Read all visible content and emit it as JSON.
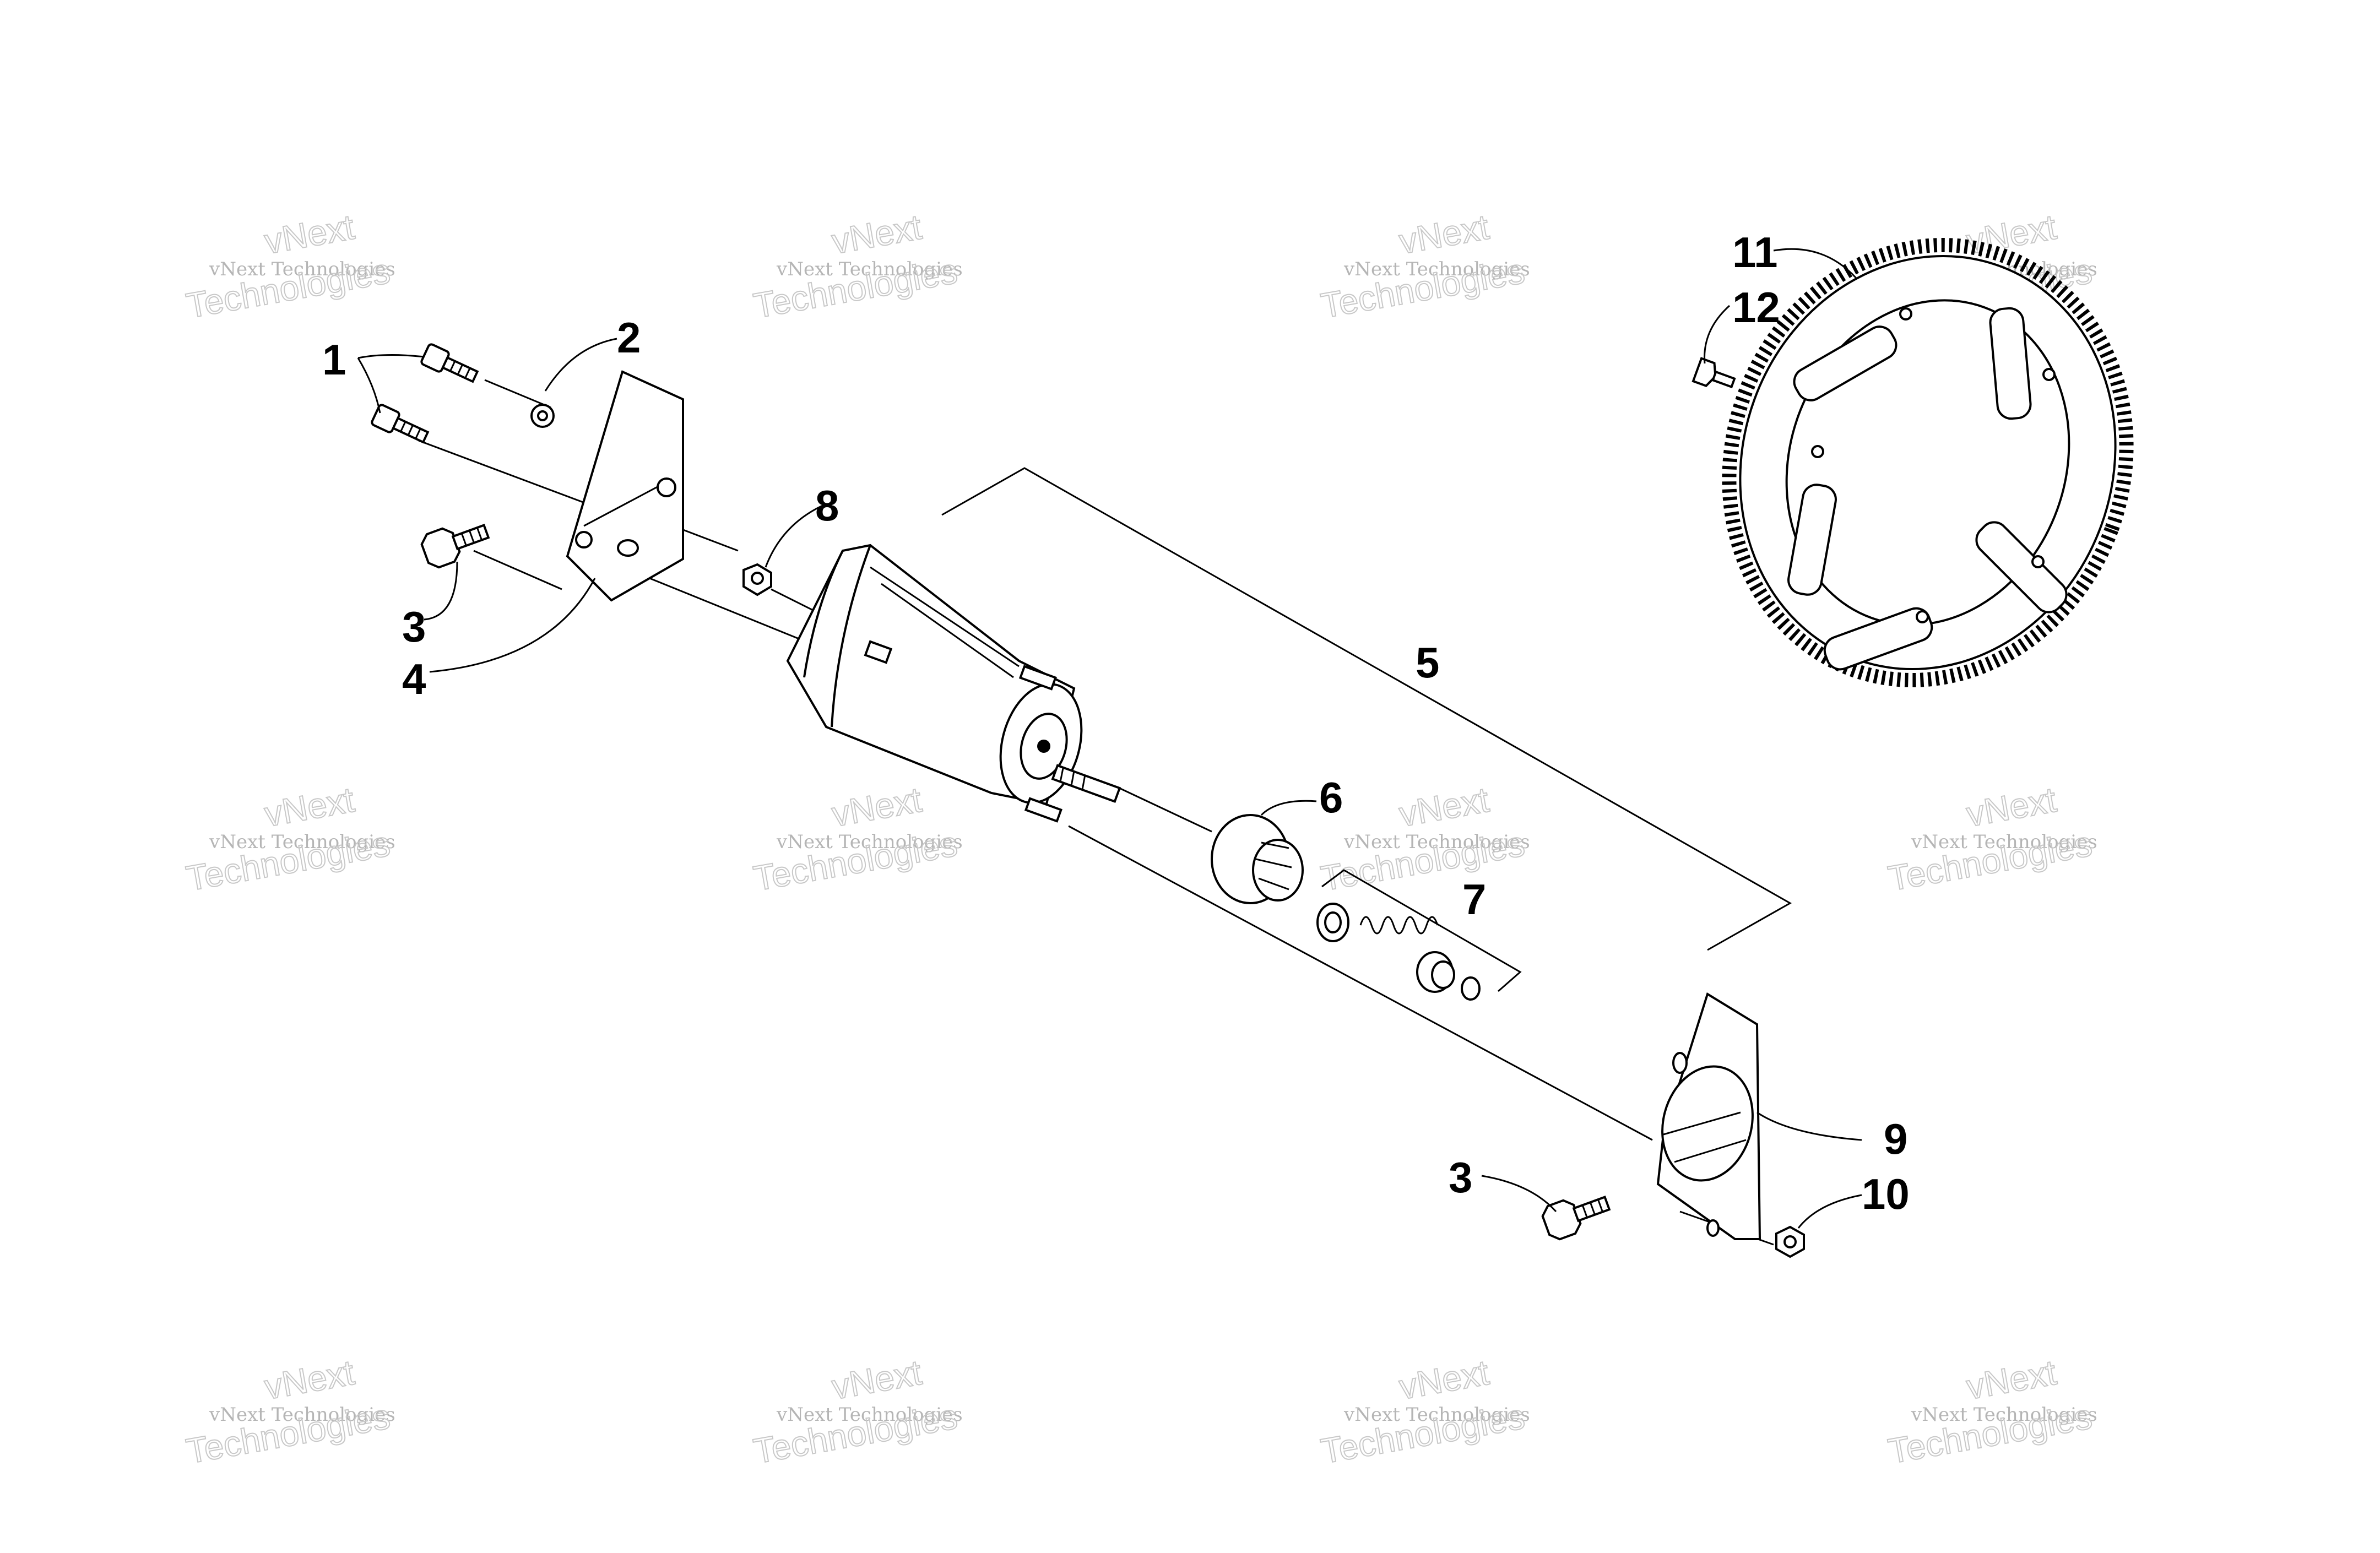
{
  "callouts": {
    "c1": "1",
    "c2": "2",
    "c3a": "3",
    "c3b": "3",
    "c4": "4",
    "c5": "5",
    "c6": "6",
    "c7": "7",
    "c8": "8",
    "c9": "9",
    "c10": "10",
    "c11": "11",
    "c12": "12"
  },
  "watermark": {
    "line1": "vNext Technologies",
    "line2a": "vNext",
    "line2b": "Technologies"
  }
}
